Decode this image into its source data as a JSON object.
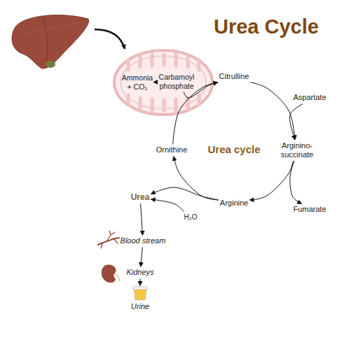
{
  "diagram": {
    "title": "Urea Cycle",
    "nodes": [
      {
        "text": [
          "Ammonia + CO₂"
        ]
      },
      {
        "text": [
          "Carbamoyl phosphate"
        ]
      },
      {
        "text": [
          "Citrulline"
        ]
      },
      {
        "text": [
          "Aspartate"
        ]
      },
      {
        "text": [
          "Arginino- succinate"
        ]
      },
      {
        "text": [
          "Fumarate"
        ]
      },
      {
        "text": [
          "Arginine"
        ]
      },
      {
        "text": [
          "H₂O"
        ]
      },
      {
        "text": [
          "Urea"
        ]
      },
      {
        "text": [
          "Ornithine"
        ]
      },
      {
        "text": [
          "Blood stream"
        ]
      },
      {
        "text": [
          "Kidneys"
        ]
      },
      {
        "text": [
          "Urine"
        ]
      }
    ],
    "edges": [
      {
        "from": 0,
        "to": 1,
        "arrow": "to"
      },
      {
        "from": 1,
        "to": 2,
        "arrow": "to"
      },
      {
        "from": 9,
        "to": 2,
        "arrow": "to"
      },
      {
        "from": 2,
        "to": 4,
        "arrow": "to"
      },
      {
        "from": 3,
        "to": 4,
        "arrow": "to"
      },
      {
        "from": 4,
        "to": 6,
        "arrow": "to"
      },
      {
        "from": 4,
        "to": 5,
        "arrow": "to"
      },
      {
        "from": 6,
        "to": 9,
        "arrow": "to"
      },
      {
        "from": 6,
        "to": 8,
        "arrow": "to"
      },
      {
        "from": 7,
        "to": 8,
        "arrow": "to"
      },
      {
        "from": 8,
        "to": 10,
        "arrow": "to"
      },
      {
        "from": 10,
        "to": 11,
        "arrow": "to"
      },
      {
        "from": 11,
        "to": 12,
        "arrow": "to"
      }
    ],
    "labels": [
      "Urea cycle"
    ]
  }
}
